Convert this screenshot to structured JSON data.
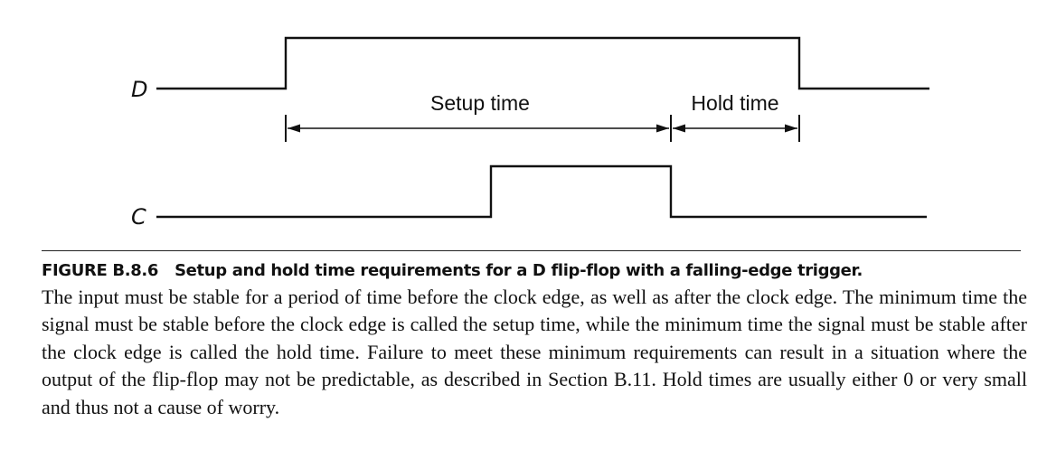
{
  "diagram": {
    "signals": {
      "d_label": "D",
      "c_label": "C"
    },
    "intervals": {
      "setup_label": "Setup time",
      "hold_label": "Hold time"
    }
  },
  "caption": {
    "figure_number": "FIGURE B.8.6",
    "title": "Setup and hold time requirements for a D flip-flop with a falling-edge trigger.",
    "body": "The input must be stable for a period of time before the clock edge, as well as after the clock edge. The minimum time the signal must be stable before the clock edge is called the setup time, while the minimum time the signal must be stable after the clock edge is called the hold time. Failure to meet these minimum requirements can result in a situation where the output of the flip-flop may not be predictable, as described in Section B.11. Hold times are usually either 0 or very small and thus not a cause of worry."
  }
}
